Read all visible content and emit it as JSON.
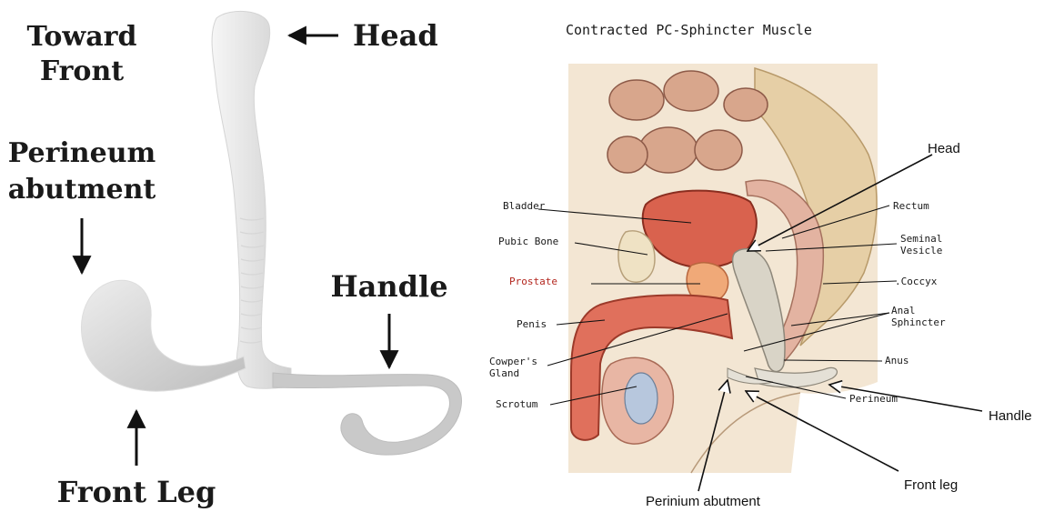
{
  "left_figure": {
    "labels": {
      "toward_front_line1": "Toward",
      "toward_front_line2": "Front",
      "head": "Head",
      "perineum_abutment_line1": "Perineum",
      "perineum_abutment_line2": "abutment",
      "handle": "Handle",
      "front_leg": "Front Leg"
    }
  },
  "right_figure": {
    "title": "Contracted PC-Sphincter Muscle",
    "anatomy_labels": {
      "bladder": "Bladder",
      "pubic_bone": "Pubic Bone",
      "prostate": "Prostate",
      "penis": "Penis",
      "cowpers_gland_line1": "Cowper's",
      "cowpers_gland_line2": "Gland",
      "scrotum": "Scrotum",
      "rectum": "Rectum",
      "seminal_vesicle_line1": "Seminal",
      "seminal_vesicle_line2": "Vesicle",
      "coccyx": ".Coccyx",
      "anal_sphincter_line1": "Anal",
      "anal_sphincter_line2": "Sphincter",
      "anus": "Anus",
      "perineum": "Perineum"
    },
    "device_labels": {
      "head": "Head",
      "handle": "Handle",
      "front_leg": "Front leg",
      "perinium_abutment": "Perinium abutment"
    }
  },
  "colors": {
    "prostate_label": "#b3261e",
    "tissue_red": "#d9624e",
    "bone_beige": "#efe2c4",
    "device_white": "#eeeeee"
  }
}
